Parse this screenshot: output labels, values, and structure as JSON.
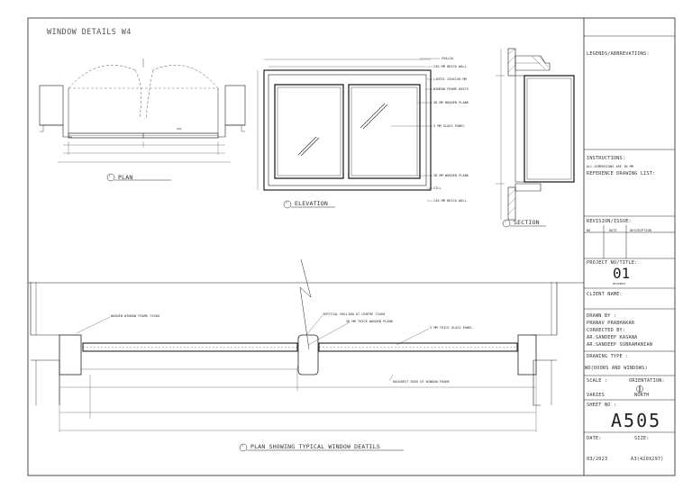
{
  "drawing": {
    "title": "WINDOW DETAILS W4",
    "views": {
      "plan": "PLAN",
      "elevation": "ELEVATION",
      "section": "SECTION",
      "large_plan": "PLAN SHOWING TYPICAL WINDOW DEATILS"
    },
    "view_numbers": {
      "plan": "1",
      "elevation": "2",
      "section": "3",
      "large_plan": "4"
    },
    "elevation_callouts": [
      "CHAJJA",
      "230 MM BRICK WALL",
      "LINTEL 230X150 MM",
      "WINDOW FRAME 60X75",
      "38 MM WOODEN PLANK",
      "5 MM GLASS PANEL",
      "38 MM WOODEN PLANK",
      "SILL",
      "230 MM BRICK WALL"
    ],
    "large_plan_callouts": [
      "WOODEN WINDOW FRAME 75X60",
      "VERTICAL MULLION AT CENTRE 75X60",
      "38 MM THICK WOODEN PLANK",
      "5 MM THICK GLASS PANEL",
      "ROUGHEST EDGE OF WINDOW FRAME"
    ]
  },
  "title_block": {
    "legend_heading": "LEGENDS/ABBREVATIONS:",
    "instructions_heading": "INSTRUCTIONS:",
    "instructions_note": "ALL DIMENSIONS ARE IN MM",
    "reference_heading": "REFERENCE DRAWING LIST:",
    "revision_heading": "REVISION/ISSUE:",
    "revision_columns": [
      "NO",
      "DATE",
      "DESCRIPTION"
    ],
    "project_heading": "PROJECT NO/TITLE:",
    "project_no": "01",
    "project_title": "RESIDENCE",
    "client_heading": "CLIENT NAME:",
    "drawn_by_heading": "DRAWN BY :",
    "drawn_by": "PRANAV PRABHAKAR",
    "corrected_by_heading": "CORRECTED BY:",
    "corrected_by_1": "AR.SANDEEP KASANA",
    "corrected_by_2": "AR.SANDEEP SUBRAMANIAN",
    "drawing_type_heading": "DRAWING TYPE :",
    "drawing_type": "WD(DOORS AND WINDOWS)",
    "scale_heading": "SCALE :",
    "scale": "VARIES",
    "orientation_heading": "ORIENTATION:",
    "orientation": "NORTH",
    "sheet_heading": "SHEET NO :",
    "sheet_no": "A505",
    "date_heading": "DATE:",
    "date": "03/2023",
    "size_heading": "SIZE:",
    "size": "A3(420X297)"
  },
  "colors": {
    "line": "#222222",
    "frame": "#333333",
    "text": "#444444"
  }
}
